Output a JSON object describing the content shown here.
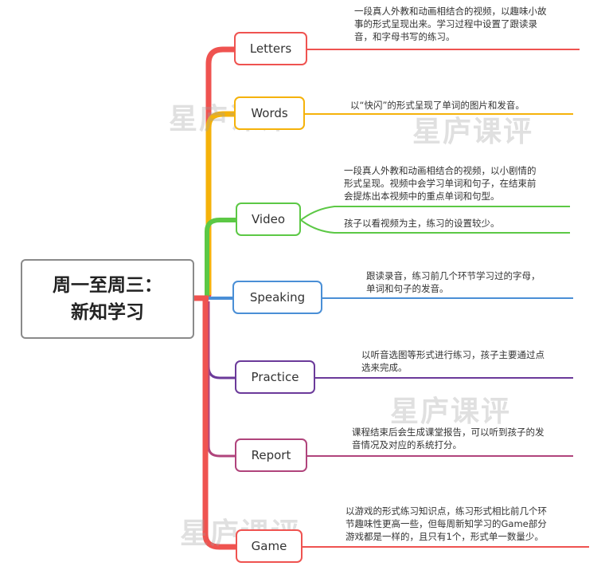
{
  "root": {
    "line1": "周一至周三：",
    "line2": "新知学习"
  },
  "branches": [
    {
      "label": "Letters",
      "color": "#ef5350",
      "desc": "一段真人外教和动画相结合的视频，以趣味小故\n事的形式呈现出来。学习过程中设置了跟读录\n音，和字母书写的练习。"
    },
    {
      "label": "Words",
      "color": "#f5b20a",
      "desc": "以“快闪”的形式呈现了单词的图片和发音。"
    },
    {
      "label": "Video",
      "color": "#5cc845",
      "desc": "一段真人外教和动画相结合的视频，以小剧情的\n形式呈现。视频中会学习单词和句子，在结束前\n会提炼出本视频中的重点单词和句型。",
      "desc2": "孩子以看视频为主，练习的设置较少。"
    },
    {
      "label": "Speaking",
      "color": "#4a8fd6",
      "desc": "跟读录音，练习前几个环节学习过的字母，\n单词和句子的发音。"
    },
    {
      "label": "Practice",
      "color": "#6b3a9a",
      "desc": "以听音选图等形式进行练习，孩子主要通过点\n选来完成。"
    },
    {
      "label": "Report",
      "color": "#b0447c",
      "desc": "课程结束后会生成课堂报告，可以听到孩子的发\n音情况及对应的系统打分。"
    },
    {
      "label": "Game",
      "color": "#ef5350",
      "desc": "以游戏的形式练习知识点，练习形式相比前几个环\n节趣味性更高一些，但每周新知学习的Game部分\n游戏都是一样的，且只有1个，形式单一数量少。"
    }
  ],
  "watermark": "星庐课评"
}
